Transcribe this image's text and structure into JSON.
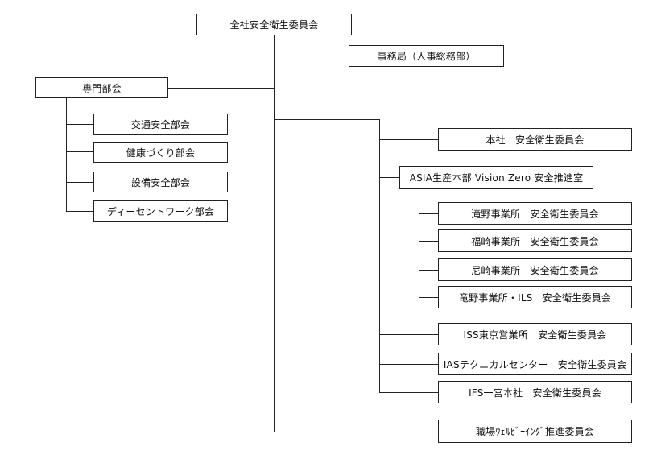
{
  "root": {
    "label": "全社安全衛生委員会"
  },
  "secretariat": {
    "label": "事務局（人事総務部）"
  },
  "specialist": {
    "label": "専門部会",
    "children": [
      {
        "label": "交通安全部会"
      },
      {
        "label": "健康づくり部会"
      },
      {
        "label": "設備安全部会"
      },
      {
        "label": "ディーセントワーク部会"
      }
    ]
  },
  "head_office": {
    "label": "本社　安全衛生委員会"
  },
  "asia": {
    "label": "ASIA生産本部 Vision Zero 安全推進室",
    "children": [
      {
        "label": "滝野事業所　安全衛生委員会"
      },
      {
        "label": "福崎事業所　安全衛生委員会"
      },
      {
        "label": "尼崎事業所　安全衛生委員会"
      },
      {
        "label": "竜野事業所・ILS　安全衛生委員会"
      }
    ]
  },
  "others": [
    {
      "label": "ISS東京営業所　安全衛生委員会"
    },
    {
      "label": "IASテクニカルセンター　安全衛生委員会"
    },
    {
      "label": "IFS一宮本社　安全衛生委員会"
    }
  ],
  "wellbeing": {
    "label": "職場ｳｪﾙﾋﾞｰｲﾝｸﾞ推進委員会"
  }
}
